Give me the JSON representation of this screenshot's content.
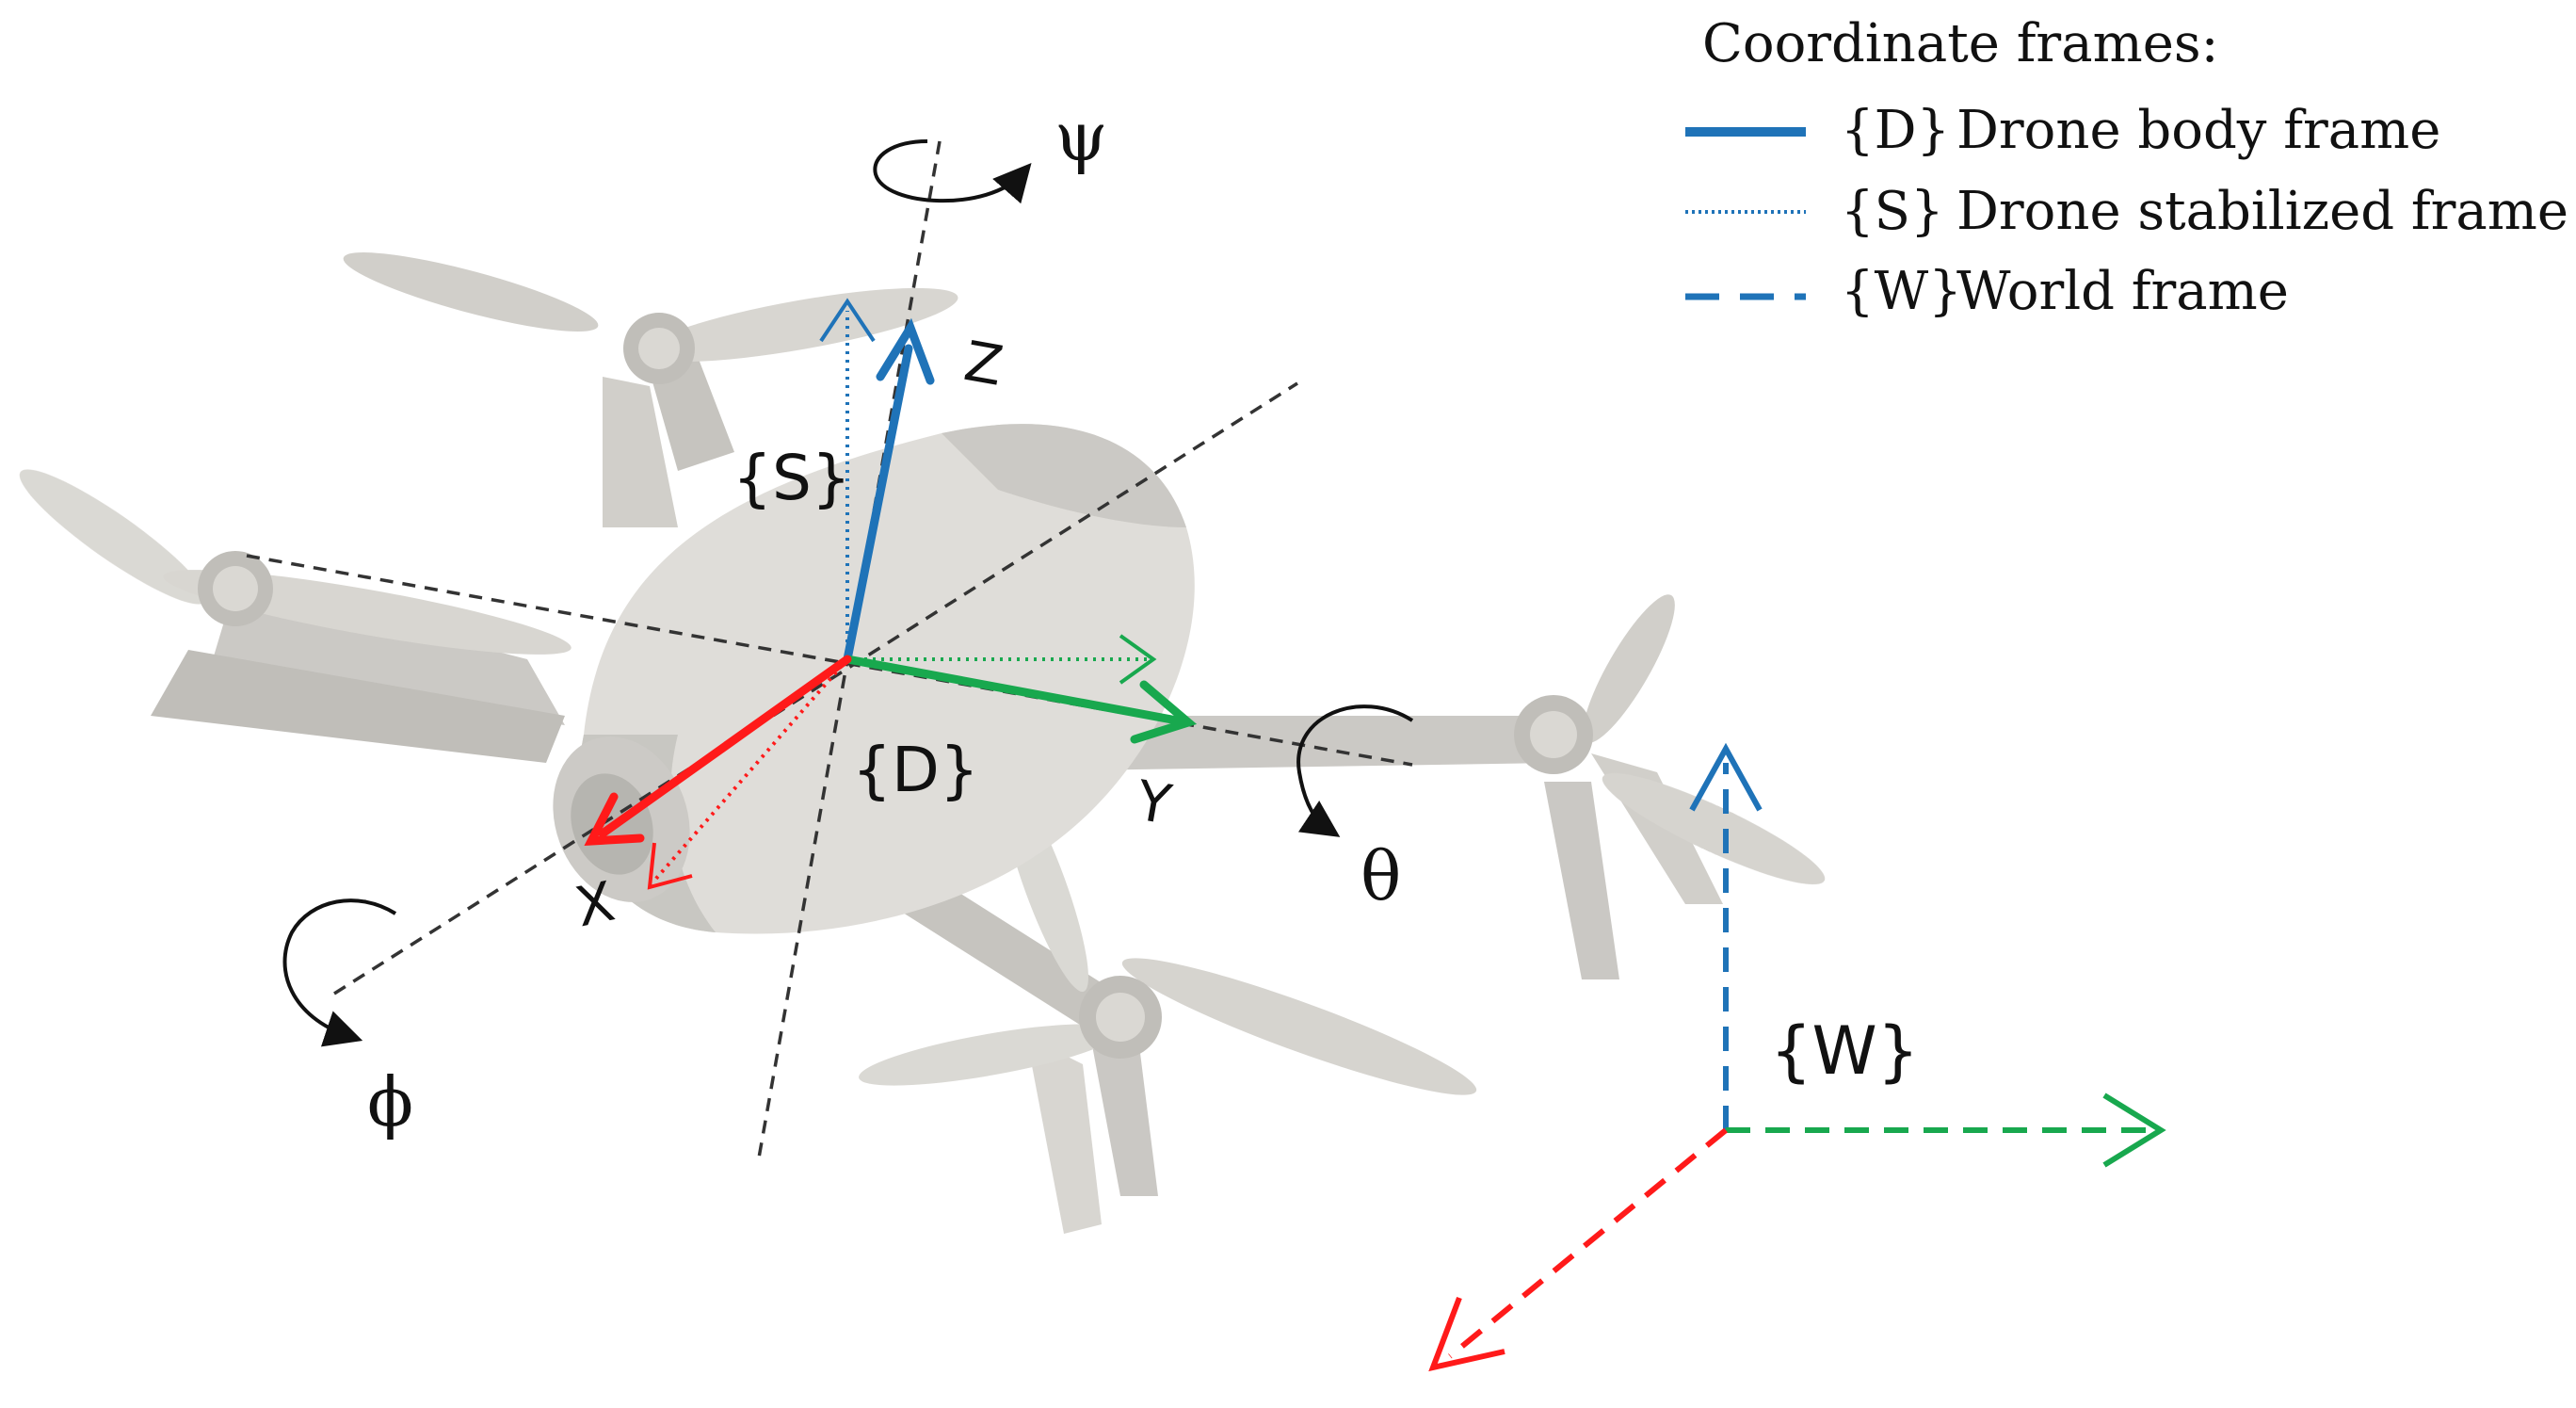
{
  "legend": {
    "title": "Coordinate frames:",
    "entries": [
      {
        "key": "{D}",
        "label": "Drone body frame",
        "style": "solid"
      },
      {
        "key": "{S}",
        "label": "Drone stabilized frame",
        "style": "dotted"
      },
      {
        "key": "{W}",
        "label": "World frame",
        "style": "dashed"
      }
    ]
  },
  "frames": {
    "body": "{D}",
    "stabilized": "{S}",
    "world": "{W}"
  },
  "axes": {
    "x": "X",
    "y": "Y",
    "z": "Z"
  },
  "rotations": {
    "roll": "ϕ",
    "pitch": "θ",
    "yaw": "ψ"
  },
  "colors": {
    "x_axis": "#ff1a1a",
    "y_axis": "#18a84e",
    "z_axis": "#1f73b8",
    "legend_line": "#1f73b8",
    "guide_line": "#333333",
    "text": "#111111",
    "drone_body": "#d3d1cc",
    "drone_shadow": "#bcbab5"
  },
  "icons": [
    "drone-image",
    "rotation-arrow-icon"
  ]
}
